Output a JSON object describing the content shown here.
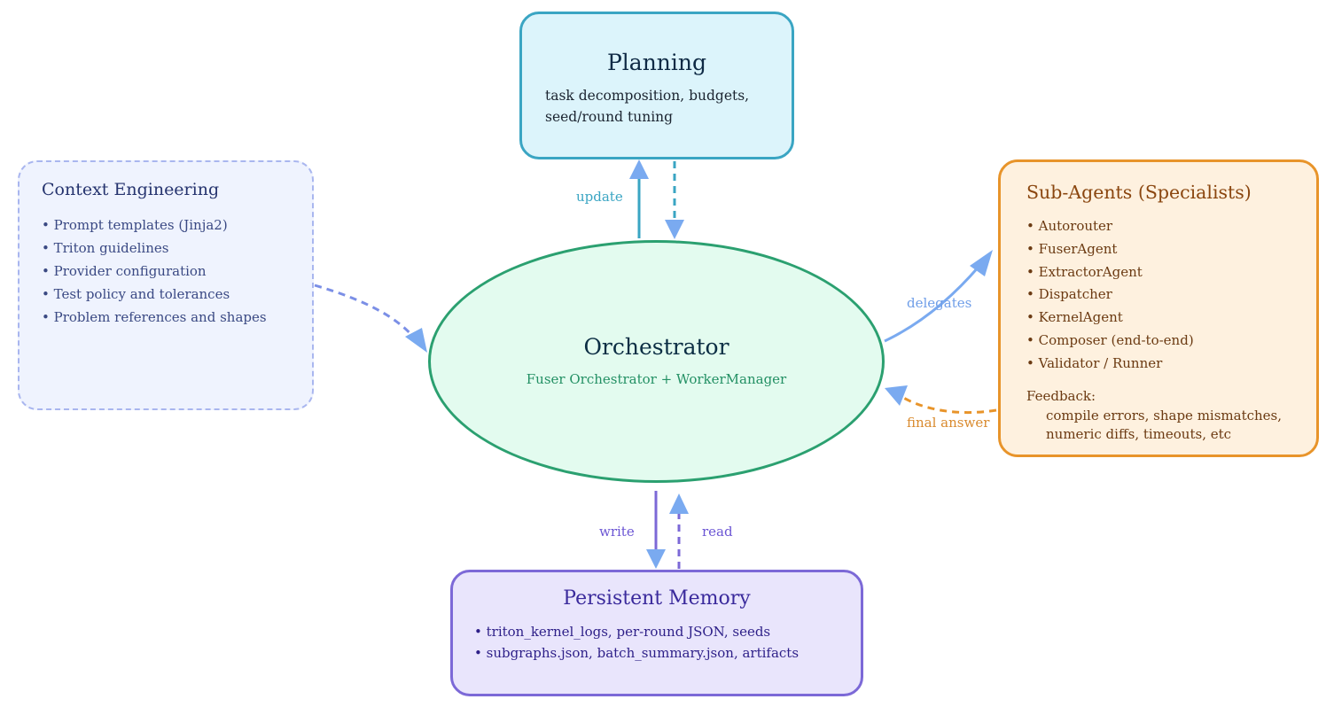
{
  "planning": {
    "title": "Planning",
    "description_line1": "task decomposition, budgets,",
    "description_line2": "seed/round tuning"
  },
  "context": {
    "title": "Context Engineering",
    "items": [
      "• Prompt templates (Jinja2)",
      "• Triton guidelines",
      "• Provider configuration",
      "• Test policy and tolerances",
      "• Problem references and shapes"
    ]
  },
  "orchestrator": {
    "title": "Orchestrator",
    "subtitle": "Fuser Orchestrator + WorkerManager"
  },
  "subagents": {
    "title": "Sub-Agents (Specialists)",
    "items": [
      "• Autorouter",
      "• FuserAgent",
      "• ExtractorAgent",
      "• Dispatcher",
      "• KernelAgent",
      "• Composer (end-to-end)",
      "• Validator / Runner"
    ],
    "feedback_title": "Feedback:",
    "feedback_line1": "compile errors, shape mismatches,",
    "feedback_line2": "numeric diffs, timeouts, etc"
  },
  "memory": {
    "title": "Persistent Memory",
    "items": [
      "• triton_kernel_logs, per-round JSON, seeds",
      "• subgraphs.json, batch_summary.json, artifacts"
    ]
  },
  "edge_labels": {
    "update": "update",
    "delegates": "delegates",
    "final_answer": "final answer",
    "write": "write",
    "read": "read"
  },
  "colors": {
    "planning": "#3aa5c3",
    "context": "#a9b6ef",
    "orchestrator": "#2ba070",
    "subagents": "#e8942a",
    "memory": "#7c69d7",
    "arrow_blue": "#7aaaf0"
  }
}
